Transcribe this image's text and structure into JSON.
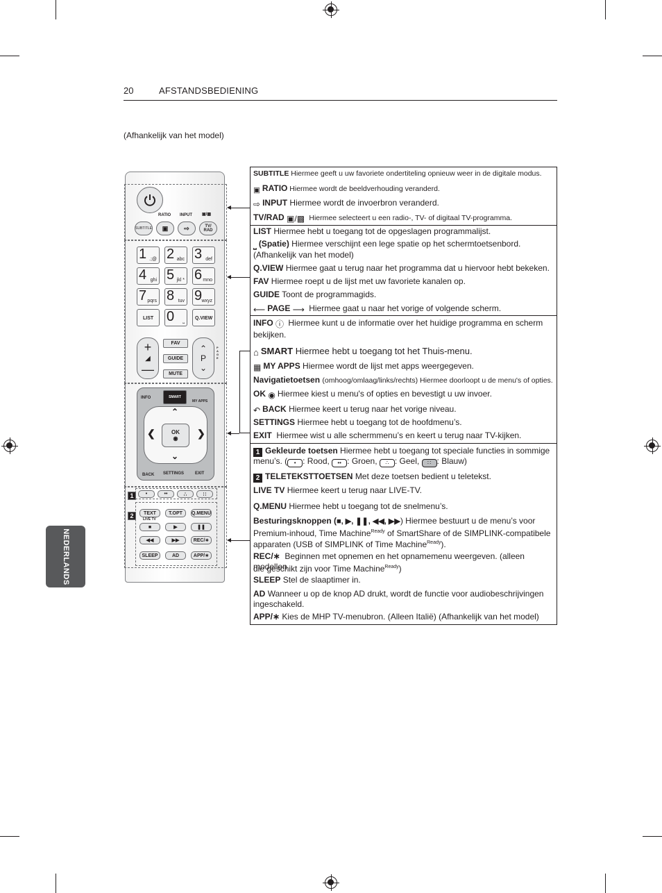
{
  "header": {
    "page_number": "20",
    "title": "AFSTANDSBEDIENING"
  },
  "model_note": "(Afhankelijk van het model)",
  "side_tab": "NEDERLANDS",
  "remote": {
    "ratio": "RATIO",
    "input": "INPUT",
    "subtitle": "SUBTITLE",
    "tvrad": "TV/\nRAD",
    "numbers": [
      {
        "d": "1",
        "s": ".;@"
      },
      {
        "d": "2",
        "s": "abc"
      },
      {
        "d": "3",
        "s": "def"
      },
      {
        "d": "4",
        "s": "ghi"
      },
      {
        "d": "5",
        "s": "jkl *"
      },
      {
        "d": "6",
        "s": "mno"
      },
      {
        "d": "7",
        "s": "pqrs"
      },
      {
        "d": "8",
        "s": "tuv"
      },
      {
        "d": "9",
        "s": "wxyz"
      }
    ],
    "list": "LIST",
    "zero": "0",
    "qview": "Q.VIEW",
    "fav": "FAV",
    "guide": "GUIDE",
    "mute": "MUTE",
    "p": "P",
    "page": "PAGE",
    "info": "INFO",
    "smart": "SMART",
    "myapps": "MY APPS",
    "ok": "OK",
    "back": "BACK",
    "settings": "SETTINGS",
    "exit": "EXIT",
    "text": "TEXT",
    "topt": "T.OPT",
    "qmenu": "Q.MENU",
    "livetv": "LIVE TV",
    "rec": "REC/∗",
    "sleep": "SLEEP",
    "ad": "AD",
    "app": "APP/∗",
    "badge1": "1",
    "badge2": "2"
  },
  "table": {
    "s1": {
      "subtitle_key": "SUBTITLE",
      "subtitle_text": "Hiermee geeft u uw favoriete ondertiteling opnieuw weer in de digitale modus.",
      "ratio_key": "RATIO",
      "ratio_text": "Hiermee wordt de beeldverhouding veranderd.",
      "input_key": "INPUT",
      "input_text": "Hiermee wordt de invoerbron veranderd.",
      "tvrad_key": "TV/RAD",
      "tvrad_text": "Hiermee selecteert u een radio-, TV- of digitaal TV-programma."
    },
    "s2": {
      "list_key": "LIST",
      "list_text": "Hiermee hebt u toegang tot de opgeslagen programmalijst.",
      "spatie_key": "(Spatie)",
      "spatie_text": "Hiermee verschijnt een lege spatie op het schermtoetsenbord.",
      "spatie_note": "(Afhankelijk van het model)",
      "qview_key": "Q.VIEW",
      "qview_text": "Hiermee gaat u terug naar het programma dat u hiervoor hebt bekeken.",
      "fav_key": "FAV",
      "fav_text": "Hiermee roept u de lijst met uw favoriete kanalen op.",
      "guide_key": "GUIDE",
      "guide_text": "Toont de programmagids.",
      "page_key": "PAGE",
      "page_text": "Hiermee gaat u naar het vorige of volgende scherm."
    },
    "s3": {
      "info_key": "INFO",
      "info_text": "Hiermee kunt u de informatie over het huidige programma en scherm bekijken.",
      "smart_key": "SMART",
      "smart_text": "Hiermee hebt u toegang tot het Thuis-menu.",
      "myapps_key": "MY APPS",
      "myapps_text": "Hiermee wordt de lijst met apps weergegeven.",
      "nav_key": "Navigatietoetsen",
      "nav_text": "(omhoog/omlaag/links/rechts) Hiermee doorloopt u de menu's of opties.",
      "ok_key": "OK",
      "ok_text": "Hiermee kiest u menu's of opties en bevestigt u uw invoer.",
      "back_key": "BACK",
      "back_text": "Hiermee keert u terug naar het vorige niveau.",
      "settings_key": "SETTINGS",
      "settings_text": "Hiermee hebt u toegang tot de hoofdmenu’s.",
      "exit_key": "EXIT",
      "exit_text": "Hiermee wist u alle schermmenu’s en keert u terug naar TV-kijken."
    },
    "s4": {
      "g_num": "1",
      "g_key": "Gekleurde toetsen",
      "g_text": "Hiermee hebt u toegang tot speciale functies in sommige",
      "g_text2": "menu’s. (",
      "g_rood": ": Rood, ",
      "g_groen": ": Groen, ",
      "g_geel": ": Geel, ",
      "g_blauw": ": Blauw)",
      "t_num": "2",
      "t_key": "TELETEKSTTOETSEN",
      "t_text": "Met deze toetsen bedient u teletekst.",
      "live_key": "LIVE TV",
      "live_text": "Hiermee keert u terug naar LIVE-TV.",
      "qmenu_key": "Q.MENU",
      "qmenu_text": "Hiermee hebt u toegang tot de snelmenu’s.",
      "bk_key": "Besturingsknoppen (",
      "bk_syms": "■, ▶, ❚❚, ◀◀, ▶▶",
      "bk_text": ") Hiermee bestuurt u de menu’s voor",
      "bk_text2": "Premium-inhoud, Time Machine",
      "bk_sup": "Ready",
      "bk_text3": " of SmartShare of de SIMPLINK-compatibele",
      "bk_text4": "apparaten (USB of SIMPLINK of Time Machine",
      "bk_sup2": "Ready",
      "bk_text5": ").",
      "rec_key": "REC/∗",
      "rec_text": "Beginnen met opnemen en het opnamemenu weergeven. (alleen modellen",
      "rec_text2": "die geschikt zijn voor Time Machine",
      "rec_sup": "Ready",
      "rec_text3": ")",
      "sleep_key": "SLEEP",
      "sleep_text": "Stel de slaaptimer in.",
      "ad_key": "AD",
      "ad_text": "Wanneer u op de knop AD drukt, wordt de functie voor audiobeschrijvingen",
      "ad_text2": "ingeschakeld.",
      "app_key": "APP/∗",
      "app_text": "Kies de MHP TV-menubron. (Alleen Italië) (Afhankelijk van het model)"
    }
  }
}
